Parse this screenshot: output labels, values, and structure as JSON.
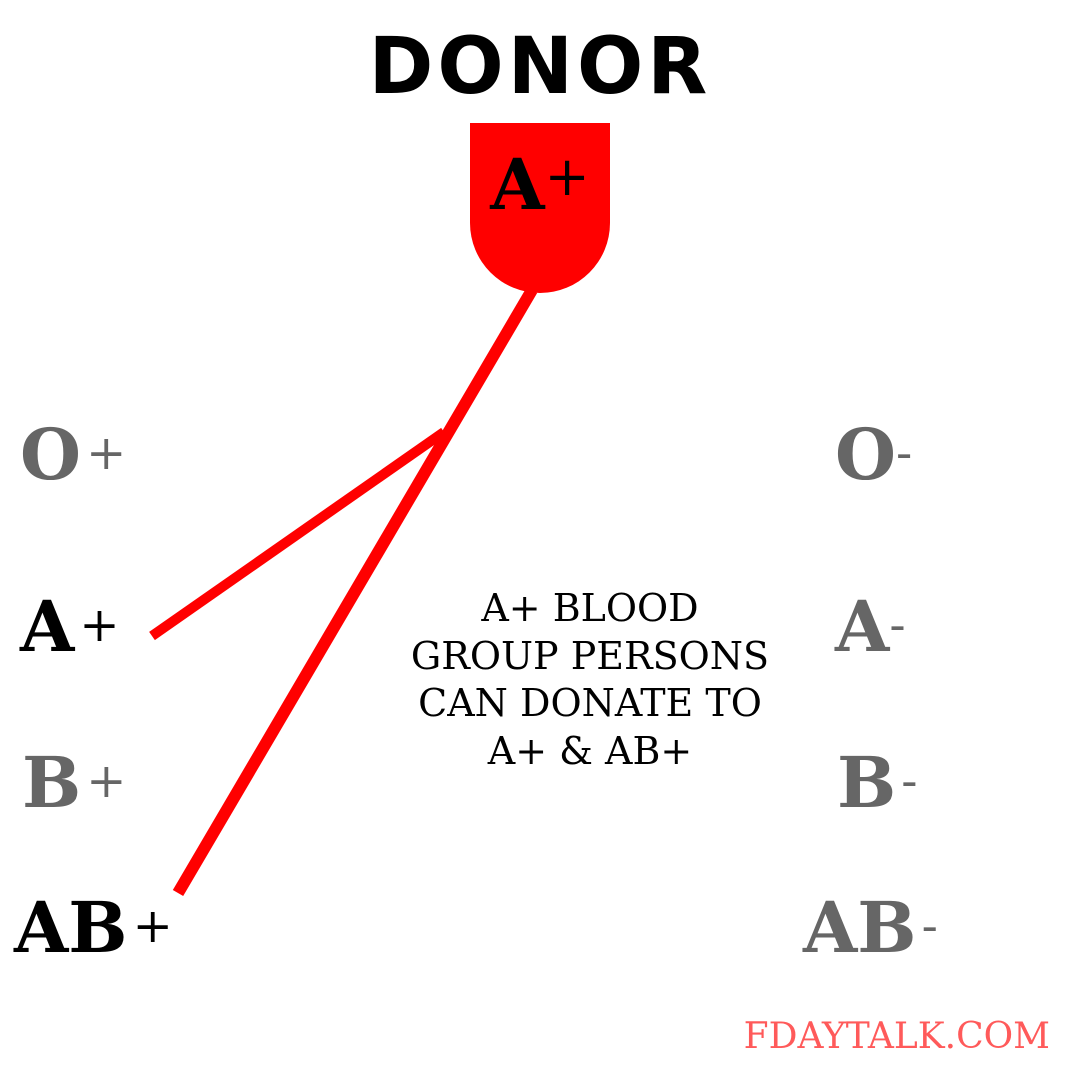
{
  "title": "DONOR",
  "donor": {
    "letter": "A",
    "sign": "+"
  },
  "recipients": {
    "o_pos": {
      "letter": "O",
      "sign": "+",
      "can_receive": false
    },
    "a_pos": {
      "letter": "A",
      "sign": "+",
      "can_receive": true
    },
    "b_pos": {
      "letter": "B",
      "sign": "+",
      "can_receive": false
    },
    "ab_pos": {
      "letter": "AB",
      "sign": "+",
      "can_receive": true
    },
    "o_neg": {
      "letter": "O",
      "sign": "-",
      "can_receive": false
    },
    "a_neg": {
      "letter": "A",
      "sign": "-",
      "can_receive": false
    },
    "b_neg": {
      "letter": "B",
      "sign": "-",
      "can_receive": false
    },
    "ab_neg": {
      "letter": "AB",
      "sign": "-",
      "can_receive": false
    }
  },
  "message": {
    "line1": "A+ BLOOD",
    "line2": "GROUP PERSONS",
    "line3": "CAN DONATE TO",
    "line4": "A+ & AB+"
  },
  "watermark": "FDAYTALK.COM",
  "colors": {
    "bag": "#ff0000",
    "link": "#ff0000",
    "compatible": "#000000",
    "incompatible": "#666666",
    "watermark": "#ff5a5a"
  }
}
